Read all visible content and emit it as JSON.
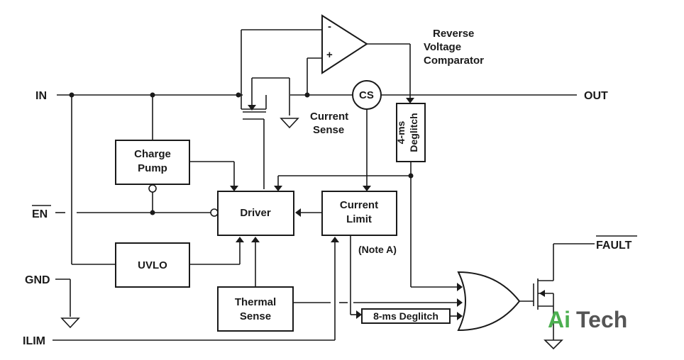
{
  "pins": {
    "in": "IN",
    "en": "EN",
    "gnd": "GND",
    "ilim": "ILIM",
    "out": "OUT",
    "fault": "FAULT"
  },
  "blocks": {
    "charge_pump": [
      "Charge",
      "Pump"
    ],
    "uvlo": "UVLO",
    "driver": "Driver",
    "current_limit": [
      "Current",
      "Limit"
    ],
    "thermal_sense": [
      "Thermal",
      "Sense"
    ],
    "deglitch_4ms": [
      "4-ms",
      "Deglitch"
    ],
    "deglitch_8ms": "8-ms Deglitch",
    "cs": "CS"
  },
  "labels": {
    "reverse_comparator": [
      "Reverse",
      "Voltage",
      "Comparator"
    ],
    "current_sense": [
      "Current",
      "Sense"
    ],
    "note_a": "(Note A)",
    "opamp_minus": "-",
    "opamp_plus": "+"
  },
  "watermark": {
    "part1": "Ai",
    "part2": "Tech",
    "color1": "#4caf50",
    "color2": "#555555"
  }
}
